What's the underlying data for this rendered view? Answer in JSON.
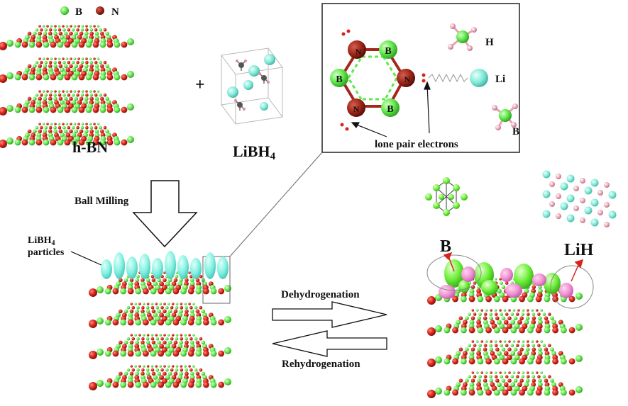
{
  "legend": {
    "b_label": "B",
    "n_label": "N"
  },
  "labels": {
    "hbn": "h-BN",
    "plus": "+",
    "libh4": "LiBH",
    "libh4_sub": "4",
    "ball_milling": "Ball Milling",
    "particles_line1": "LiBH",
    "particles_sub": "4",
    "particles_line2": "particles",
    "dehydrogenation": "Dehydrogenation",
    "rehydrogenation": "Rehydrogenation",
    "product_b": "B",
    "product_lih": "LiH"
  },
  "inset": {
    "atom_B": "B",
    "atom_N": "N",
    "atom_H": "H",
    "atom_Li": "Li",
    "atom_B2": "B",
    "lone_pair": "lone pair electrons"
  },
  "colors": {
    "boron": "#5fe84a",
    "nitrogen": "#a3271b",
    "red_atom": "#d8231b",
    "lithium": "#7fe8d6",
    "hydrogen": "#e8a3b5",
    "libh4_particle": "#7ff0e0",
    "lih_particle": "#f08fd2"
  }
}
